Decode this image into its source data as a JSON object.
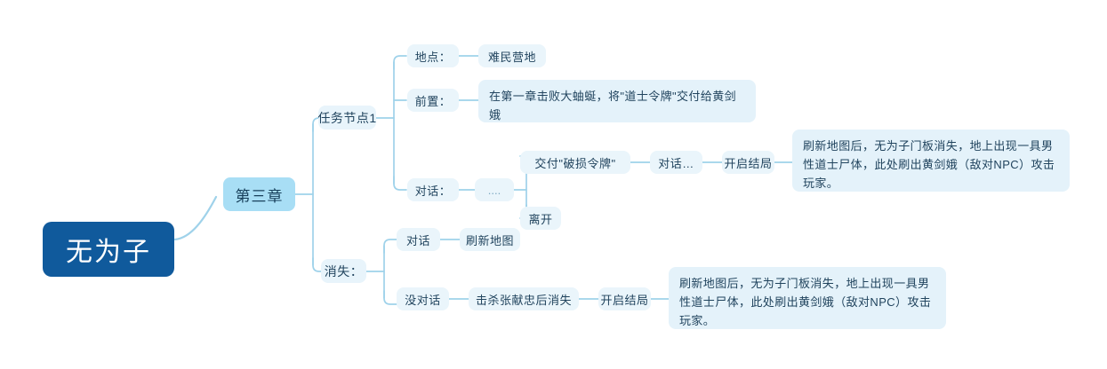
{
  "diagram": {
    "type": "mind-map",
    "direction": "left-to-right",
    "colors": {
      "root_bg": "#105a9c",
      "root_text": "#ffffff",
      "level1_bg": "#a8def5",
      "level2_bg": "#e8f4fb",
      "leaf_bg": "#eaf5fb",
      "paragraph_bg": "#e4f2fa",
      "text": "#21445e",
      "connector": "#9fd2ea",
      "page_bg": "#ffffff"
    }
  },
  "nodes": {
    "root": "无为子",
    "chapter": "第三章",
    "quest_node": "任务节点1",
    "disappear": "消失：",
    "location_label": "地点：",
    "location_value": "难民营地",
    "prereq_label": "前置：",
    "prereq_value": "在第一章击败大蚰蜒，将\"道士令牌\"交付给黄剑娥",
    "dialogue_label": "对话：",
    "dots": "....",
    "deliver_token": "交付\"破损令牌\"",
    "dialogue_ellipsis": "对话…",
    "trigger_ending_top": "开启结局",
    "leave": "离开",
    "outcome_top": "刷新地图后，无为子门板消失，地上出现一具男性道士尸体，此处刷出黄剑娥（敌对NPC）攻击玩家。",
    "talked": "对话",
    "refresh_map": "刷新地图",
    "not_talked": "没对话",
    "kill_zhang": "击杀张献忠后消失",
    "trigger_ending_bottom": "开启结局",
    "outcome_bottom": "刷新地图后，无为子门板消失，地上出现一具男性道士尸体，此处刷出黄剑娥（敌对NPC）攻击玩家。"
  }
}
